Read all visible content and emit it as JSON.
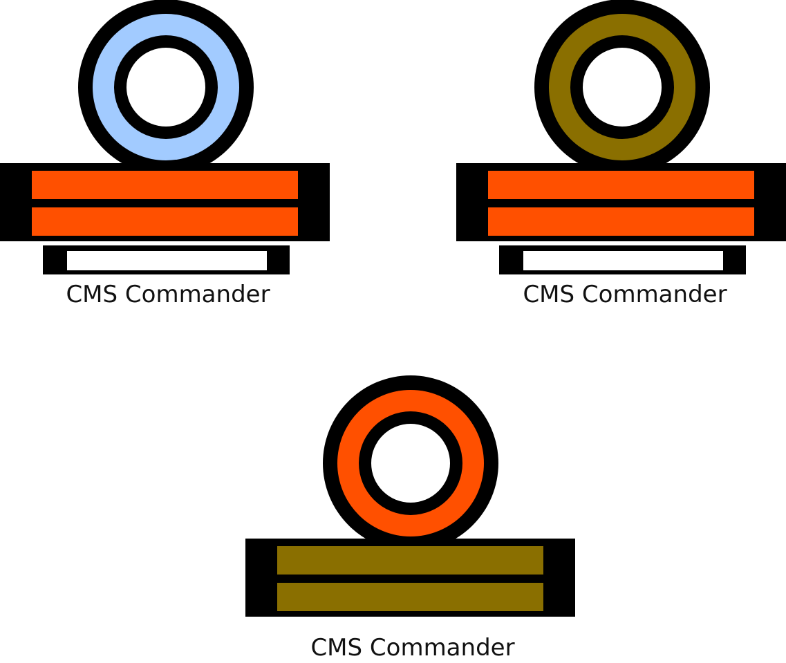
{
  "colors": {
    "outline": "#000000",
    "inner": "#ffffff",
    "background": "#ffffff",
    "text": "#111111"
  },
  "insignia": [
    {
      "caption": "CMS Commander",
      "ring_color": "#a2cbff",
      "stripe_color": "#ff5000",
      "has_bottom_bar": true
    },
    {
      "caption": "CMS Commander",
      "ring_color": "#8a6f00",
      "stripe_color": "#ff5000",
      "has_bottom_bar": true
    },
    {
      "caption": "CMS Commander",
      "ring_color": "#ff5000",
      "stripe_color": "#8a6f00",
      "has_bottom_bar": false
    }
  ]
}
